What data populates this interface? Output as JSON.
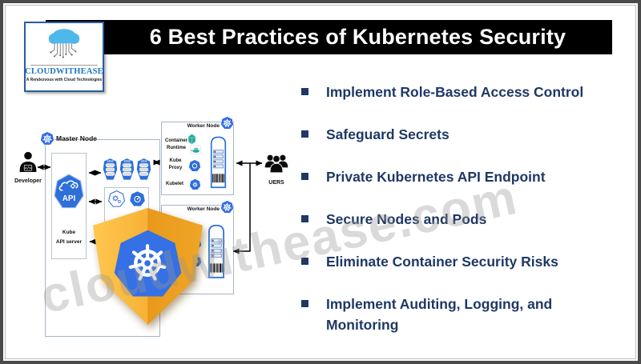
{
  "header": {
    "title": "6 Best Practices of Kubernetes Security"
  },
  "logo": {
    "brand": "CLOUDWITHEASE",
    "tagline": "A Rendezvous with Cloud Technologies"
  },
  "watermark": {
    "text": "cloudwithease.com"
  },
  "practices": [
    {
      "label": "Implement Role-Based Access Control"
    },
    {
      "label": "Safeguard Secrets"
    },
    {
      "label": "Private Kubernetes API Endpoint"
    },
    {
      "label": "Secure Nodes and Pods"
    },
    {
      "label": "Eliminate Container Security Risks"
    },
    {
      "label": "Implement Auditing, Logging, and Monitoring"
    }
  ],
  "diagram": {
    "developer_label": "Developer",
    "developer_code_glyph": "</>",
    "users_label": "UERS",
    "master_node": {
      "label": "Master Node",
      "api_server": {
        "icon_text": "API",
        "label_line1": "Kube",
        "label_line2": "API server"
      },
      "etcd_label": "etcd"
    },
    "worker_node_1": {
      "label": "Worker Node",
      "container_runtime": {
        "line1": "Container",
        "line2": "Runtime"
      },
      "kube_proxy": {
        "line1": "Kube",
        "line2": "Proxy"
      },
      "kubelet_label": "Kubelet"
    },
    "worker_node_2": {
      "label": "Worker Node"
    }
  },
  "colors": {
    "banner_bg": "#000000",
    "bullet_navy": "#1F3864",
    "k8s_blue": "#326CE5",
    "shield_gold": "#F2A71B",
    "logo_blue": "#1B75BC",
    "runtime_teal": "#29A8A2"
  }
}
